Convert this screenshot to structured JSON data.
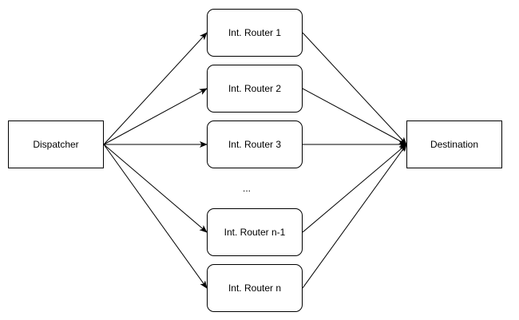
{
  "diagram": {
    "source": "Dispatcher",
    "destination": "Destination",
    "routers": [
      "Int. Router 1",
      "Int. Router 2",
      "Int. Router 3",
      "Int. Router n-1",
      "Int. Router n"
    ],
    "ellipsis": "...",
    "colors": {
      "stroke": "#000000",
      "fill": "#ffffff"
    }
  }
}
